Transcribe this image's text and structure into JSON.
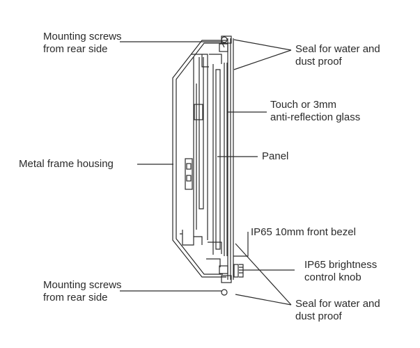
{
  "labels": {
    "mounting_top": [
      "Mounting screws",
      "from rear side"
    ],
    "seal_top": [
      "Seal for water and",
      "dust proof"
    ],
    "touch_glass": [
      "Touch or 3mm",
      "anti-reflection glass"
    ],
    "panel": "Panel",
    "metal_frame": "Metal frame housing",
    "front_bezel": "IP65 10mm front bezel",
    "brightness_knob": [
      "IP65 brightness",
      "control knob"
    ],
    "mounting_bottom": [
      "Mounting screws",
      "from rear side"
    ],
    "seal_bottom": [
      "Seal for water and",
      "dust proof"
    ]
  },
  "colors": {
    "line": "#2a2a2a",
    "text": "#2a2a2a",
    "background": "#ffffff"
  }
}
